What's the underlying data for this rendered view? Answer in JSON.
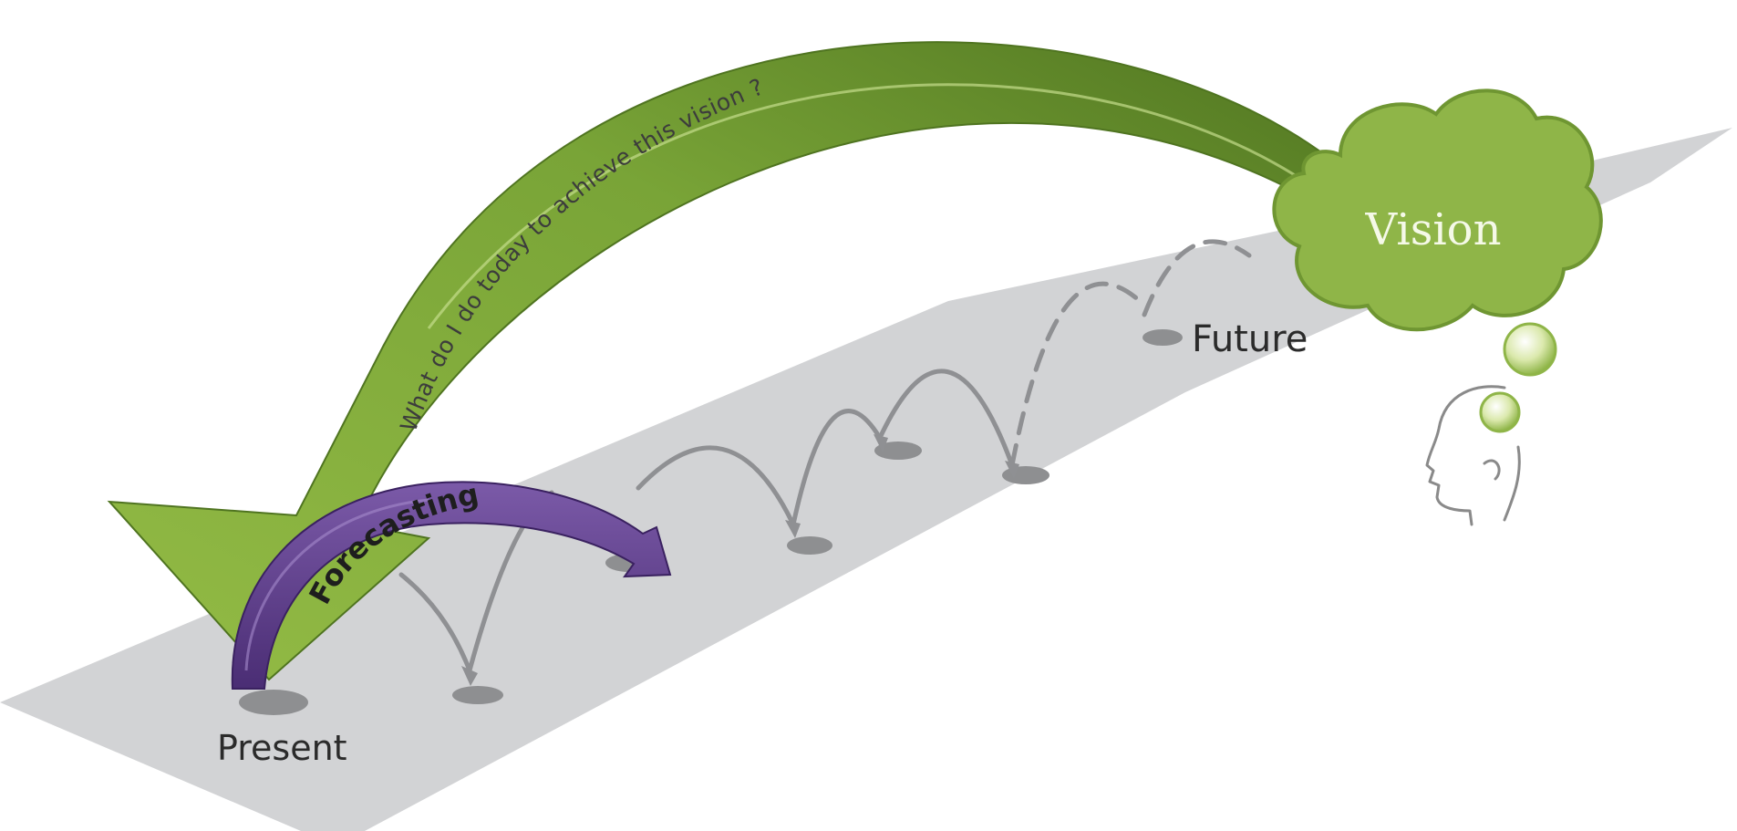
{
  "labels": {
    "present": "Present",
    "future": "Future",
    "vision": "Vision",
    "forecasting": "Forecasting",
    "backcasting_question": "What do I do today to achieve this vision ?"
  },
  "colors": {
    "road": "#d2d3d5",
    "step_marker": "#8e8f91",
    "hop_arc": "#8f9093",
    "green_arrow": "#7aa436",
    "green_arrow_dark": "#557a22",
    "forecast_arrow": "#5e3f8c",
    "cloud": "#8fb548",
    "thought_bubble": "#c9de8e"
  },
  "icons": {
    "thinking_person": "head-profile-icon",
    "cloud": "thought-cloud-icon"
  }
}
